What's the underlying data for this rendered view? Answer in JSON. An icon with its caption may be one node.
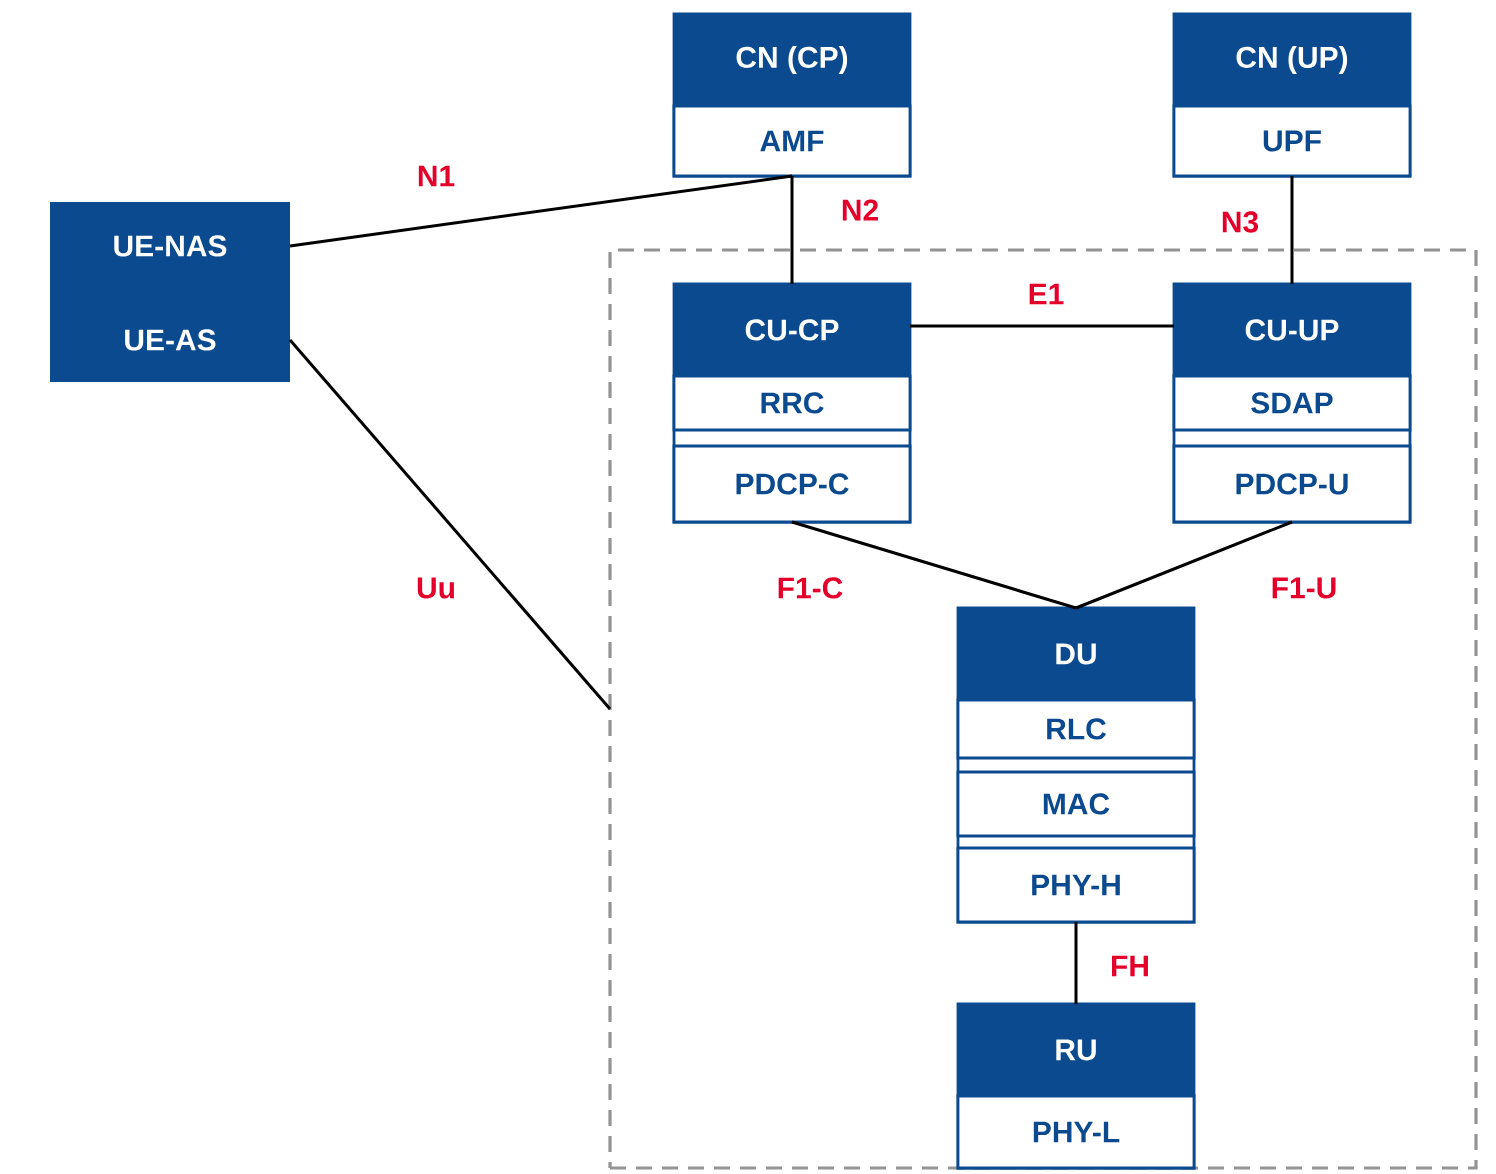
{
  "diagram": {
    "nodes": [
      {
        "text": [
          "UE-NAS",
          "UE-AS"
        ]
      },
      {
        "text": [
          "CN (CP)"
        ]
      },
      {
        "text": [
          "AMF"
        ],
        "in": 1
      },
      {
        "text": [
          "CN (UP)"
        ]
      },
      {
        "text": [
          "UPF"
        ],
        "in": 3
      },
      {
        "text": [],
        "shape": "box"
      },
      {
        "text": [
          "CU-CP"
        ],
        "in": 5
      },
      {
        "text": [
          "RRC"
        ],
        "in": 6
      },
      {
        "text": [
          "PDCP-C"
        ],
        "in": 6
      },
      {
        "text": [
          "CU-UP"
        ],
        "in": 5
      },
      {
        "text": [
          "SDAP"
        ],
        "in": 9
      },
      {
        "text": [
          "PDCP-U"
        ],
        "in": 9
      },
      {
        "text": [
          "DU"
        ],
        "in": 5
      },
      {
        "text": [
          "RLC"
        ],
        "in": 12
      },
      {
        "text": [
          "MAC"
        ],
        "in": 12
      },
      {
        "text": [
          "PHY-H"
        ],
        "in": 12
      },
      {
        "text": [
          "RU"
        ],
        "in": 5
      },
      {
        "text": [
          "PHY-L"
        ],
        "in": 16
      }
    ],
    "edges": [
      {
        "from": 0,
        "to": 1,
        "arrow": "none",
        "label": "N1"
      },
      {
        "from": 0,
        "to": 5,
        "arrow": "none",
        "label": "Uu"
      },
      {
        "from": 1,
        "to": 6,
        "arrow": "none",
        "label": "N2"
      },
      {
        "from": 3,
        "to": 9,
        "arrow": "none",
        "label": "N3"
      },
      {
        "from": 6,
        "to": 9,
        "arrow": "none",
        "label": "E1"
      },
      {
        "from": 6,
        "to": 12,
        "arrow": "none",
        "label": "F1-C"
      },
      {
        "from": 9,
        "to": 12,
        "arrow": "none",
        "label": "F1-U"
      },
      {
        "from": 12,
        "to": 16,
        "arrow": "none",
        "label": "FH"
      }
    ]
  }
}
